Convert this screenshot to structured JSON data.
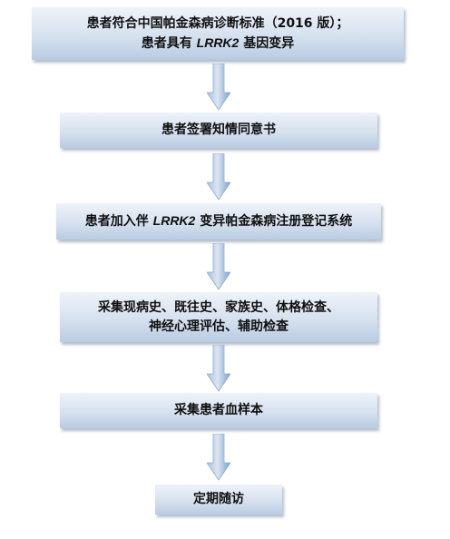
{
  "steps": [
    {
      "lines": [
        {
          "text": "患者符合中国帕金森病诊断标准（2016 版）；",
          "italic": ""
        },
        {
          "pre": "患者具有 ",
          "italic": "LRRK2",
          "post": " 基因变异"
        }
      ]
    },
    {
      "lines": [
        {
          "text": "患者签署知情同意书"
        }
      ]
    },
    {
      "lines": [
        {
          "pre": "患者加入伴 ",
          "italic": "LRRK2",
          "post": " 变异帕金森病注册登记系统"
        }
      ]
    },
    {
      "lines": [
        {
          "text": "采集现病史、既往史、家族史、体格检查、"
        },
        {
          "text": "神经心理评估、辅助检查"
        }
      ]
    },
    {
      "lines": [
        {
          "text": "采集患者血样本"
        }
      ]
    },
    {
      "lines": [
        {
          "text": "定期随访"
        }
      ]
    }
  ],
  "colors": {
    "box_top": "#eef3f9",
    "box_bottom": "#b9cce3",
    "arrow_light": "#c8d6e9",
    "arrow_dark": "#7a9cc9",
    "text": "#111111"
  },
  "arrow_icon": "down-arrow-icon"
}
